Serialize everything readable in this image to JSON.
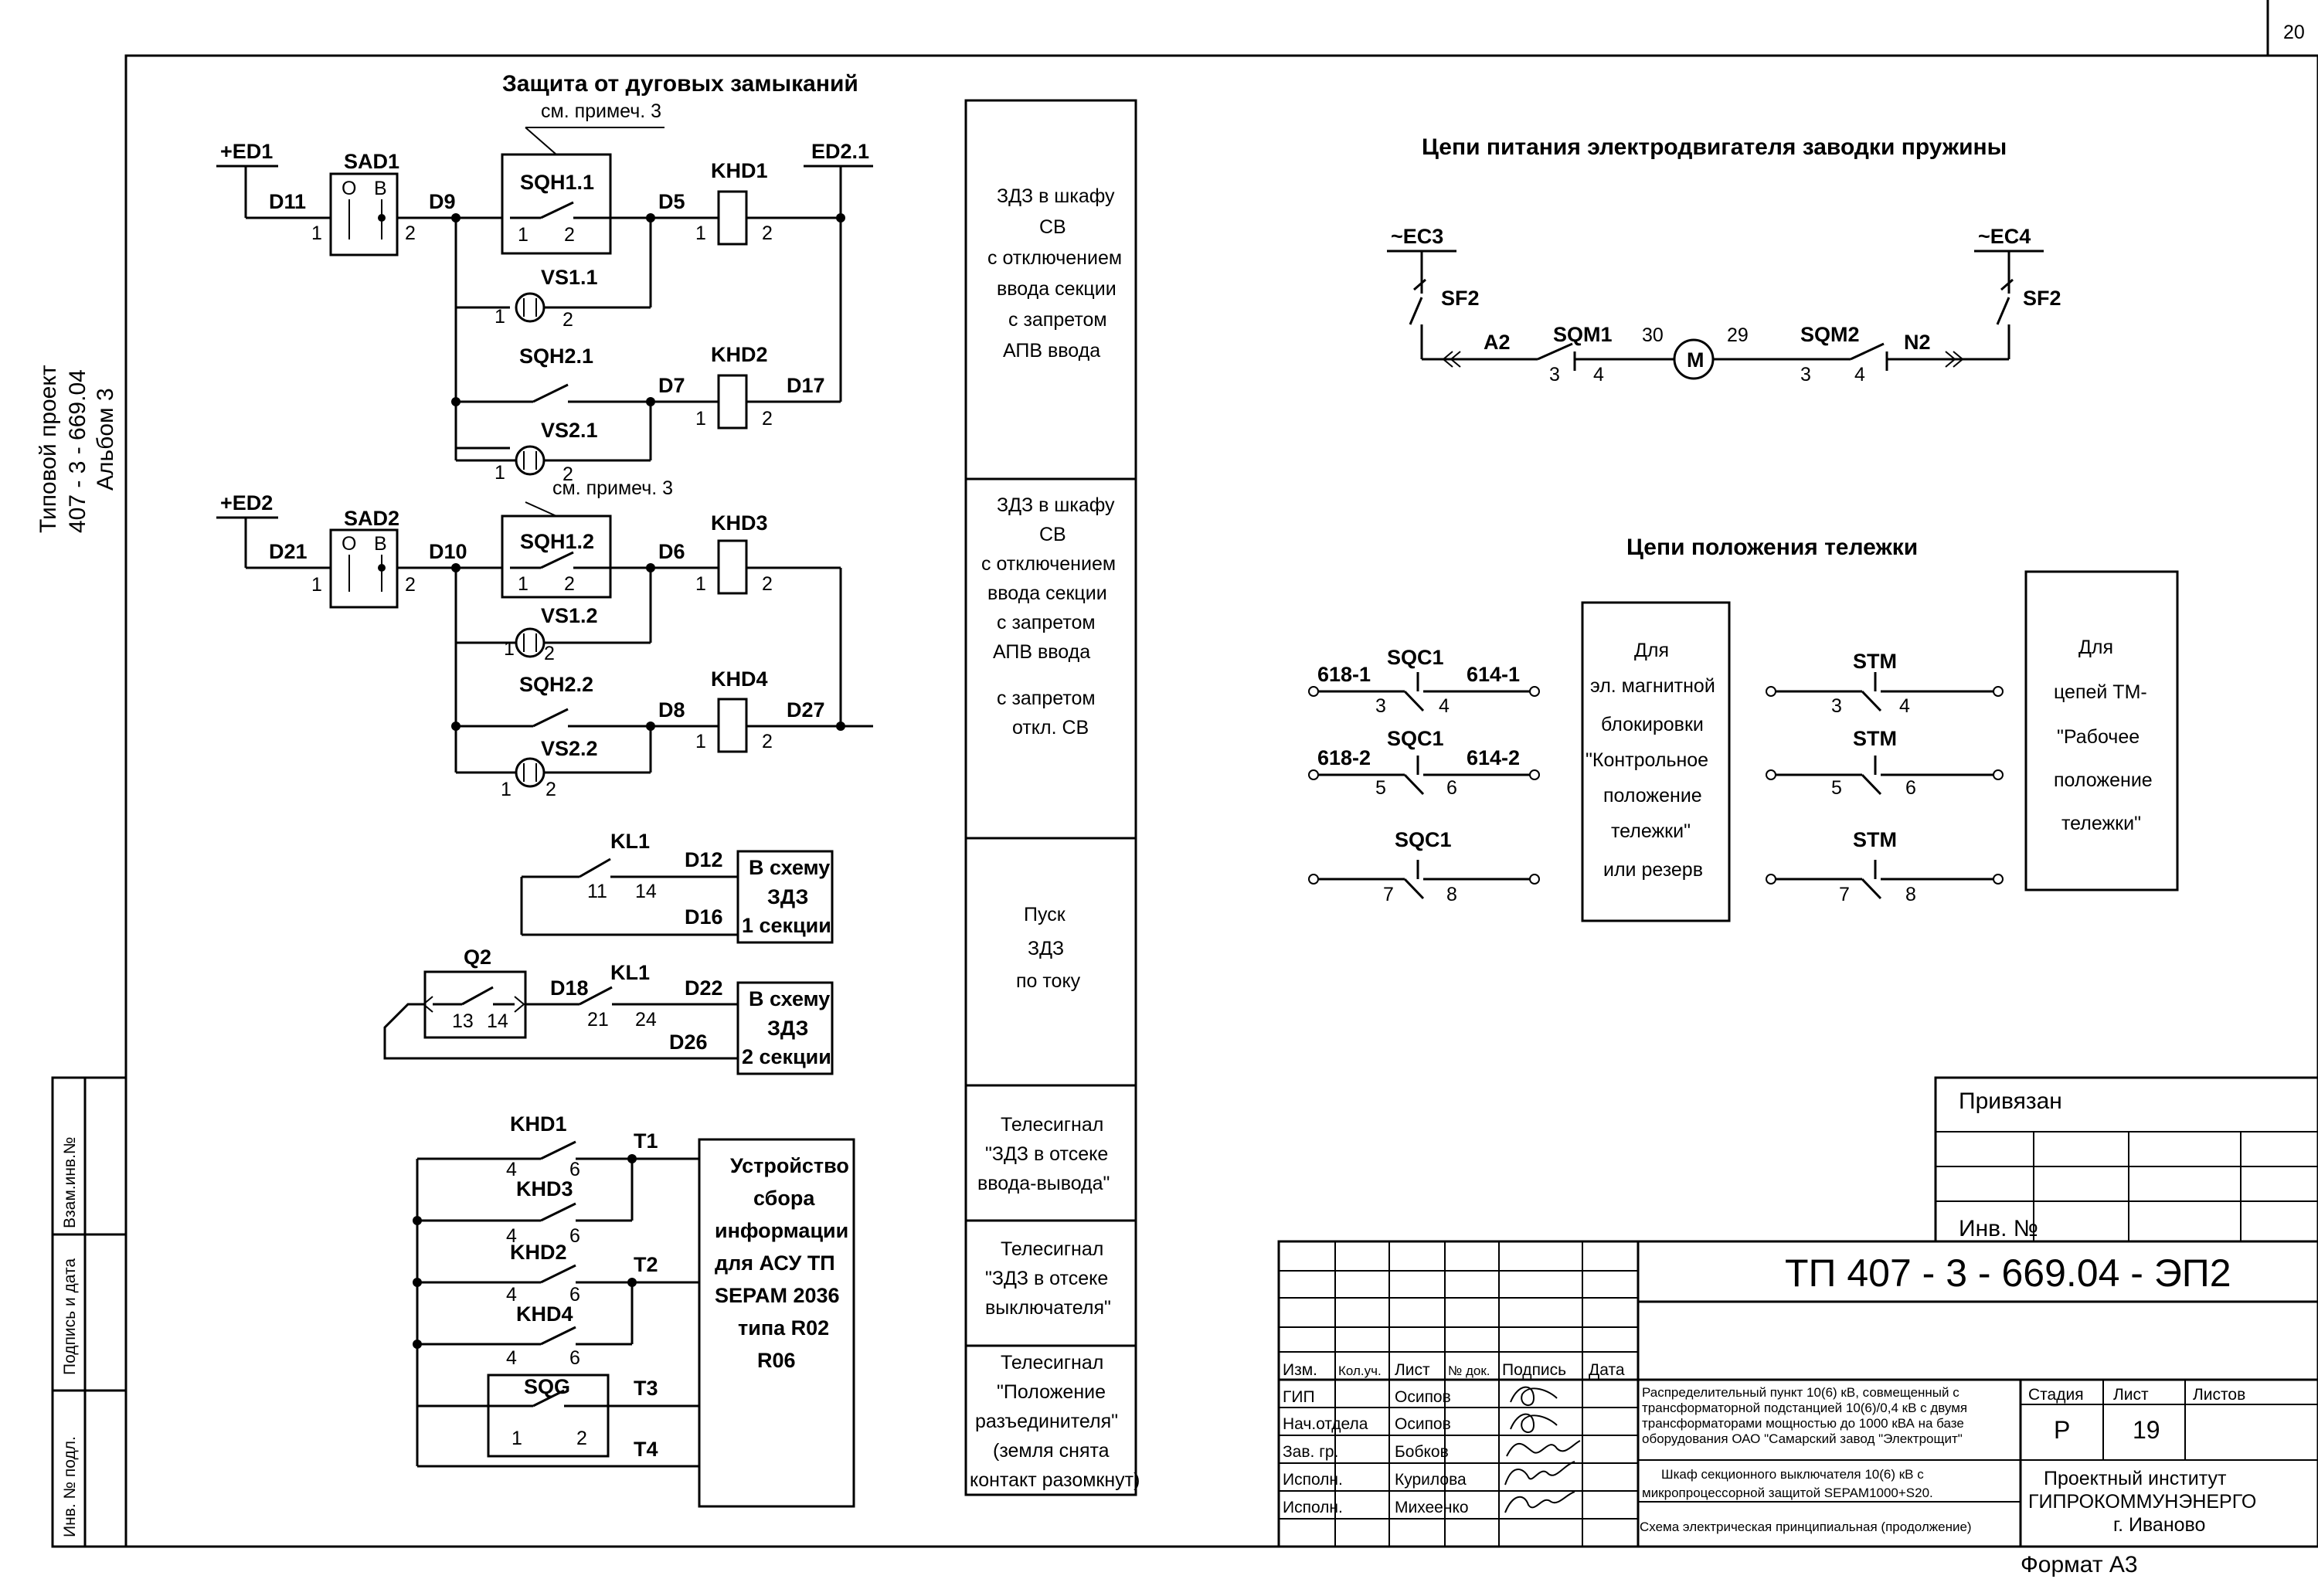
{
  "page_number": "20",
  "side": {
    "project_l1": "Типовой проект",
    "project_l2": "407 - 3 - 669.04",
    "project_l3": "Альбом 3",
    "vz_inv": "Взам.инв.№",
    "sign_date": "Подпись и дата",
    "inv_podl": "Инв. № подл."
  },
  "arc": {
    "title": "Защита от дуговых замыканий",
    "note1": "см. примеч. 3",
    "note2": "см. примеч. 3",
    "ed1": "+ED1",
    "ed2": "+ED2",
    "ed21": "ED2.1",
    "sad1": "SAD1",
    "sad2": "SAD2",
    "o": "О",
    "b": "В",
    "d11": "D11",
    "d21": "D21",
    "d9": "D9",
    "d10": "D10",
    "d5": "D5",
    "d6": "D6",
    "d7": "D7",
    "d8": "D8",
    "d17": "D17",
    "d27": "D27",
    "sqh11": "SQH1.1",
    "sqh12": "SQH1.2",
    "sqh21": "SQH2.1",
    "sqh22": "SQH2.2",
    "vs11": "VS1.1",
    "vs21": "VS2.1",
    "vs12": "VS1.2",
    "vs22": "VS2.2",
    "khd1": "KHD1",
    "khd2": "KHD2",
    "khd3": "KHD3",
    "khd4": "KHD4",
    "n1": "1",
    "n2": "2"
  },
  "kl": {
    "kl1": "KL1",
    "q2": "Q2",
    "d12": "D12",
    "d16": "D16",
    "d18": "D18",
    "d22": "D22",
    "d26": "D26",
    "n11": "11",
    "n14": "14",
    "n13": "13",
    "n21": "21",
    "n24": "24",
    "box1_l1": "В схему",
    "box1_l2": "ЗДЗ",
    "box1_l3": "1 секции",
    "box2_l1": "В схему",
    "box2_l2": "ЗДЗ",
    "box2_l3": "2 секции"
  },
  "tele": {
    "khd1": "KHD1",
    "khd3": "KHD3",
    "khd2": "KHD2",
    "khd4": "KHD4",
    "sqg": "SQG",
    "t1": "T1",
    "t2": "T2",
    "t3": "T3",
    "t4": "T4",
    "n4": "4",
    "n6": "6",
    "n1": "1",
    "n2": "2",
    "dev_l1": "Устройство",
    "dev_l2": "сбора",
    "dev_l3": "информации",
    "dev_l4": "для АСУ ТП",
    "dev_l5": "SEPAM 2036",
    "dev_l6": "типа R02",
    "dev_l7": "R06"
  },
  "column": {
    "c1": [
      "ЗДЗ в шкафу",
      "СВ",
      "с отключением",
      "ввода секции",
      "с запретом",
      "АПВ ввода"
    ],
    "c2": [
      "ЗДЗ в шкафу",
      "СВ",
      "с отключением",
      "ввода секции",
      "с запретом",
      "АПВ ввода",
      "с запретом",
      "откл. СВ"
    ],
    "c3": [
      "Пуск",
      "ЗДЗ",
      "по току"
    ],
    "c4": [
      "Телесигнал",
      "\"ЗДЗ в отсеке",
      "ввода-вывода\""
    ],
    "c5": [
      "Телесигнал",
      "\"ЗДЗ в отсеке",
      "выключателя\""
    ],
    "c6": [
      "Телесигнал",
      "\"Положение",
      "разъединителя\"",
      "(земля снята",
      "контакт разомкнут)"
    ]
  },
  "motor": {
    "title": "Цепи питания электродвигателя заводки пружины",
    "ec3": "~EC3",
    "ec4": "~EC4",
    "sf2": "SF2",
    "a2": "A2",
    "n2": "N2",
    "sqm1": "SQM1",
    "sqm2": "SQM2",
    "n30": "30",
    "n29": "29",
    "m": "M",
    "n3": "3",
    "n4": "4"
  },
  "cart": {
    "title": "Цепи положения тележки",
    "sqc1": "SQC1",
    "stm": "STM",
    "w6181": "618-1",
    "w6141": "614-1",
    "w6182": "618-2",
    "w6142": "614-2",
    "n3": "3",
    "n4": "4",
    "n5": "5",
    "n6": "6",
    "n7": "7",
    "n8": "8",
    "box1": [
      "Для",
      "эл. магнитной",
      "блокировки",
      "\"Контрольное",
      "положение",
      "тележки\"",
      "или резерв"
    ],
    "box2": [
      "Для",
      "цепей ТМ-",
      "\"Рабочее",
      "положение",
      "тележки\""
    ]
  },
  "stamp": {
    "privyazan": "Привязан",
    "inv_no": "Инв. №",
    "code": "ТП 407 - 3 -  669.04 - ЭП2",
    "h_izm": "Изм.",
    "h_koluch": "Кол.уч.",
    "h_list": "Лист",
    "h_ndok": "№ док.",
    "h_podp": "Подпись",
    "h_data": "Дата",
    "roles": [
      "ГИП",
      "Нач.отдела",
      "Зав. гр.",
      "Исполн.",
      "Исполн."
    ],
    "names": [
      "Осипов",
      "Осипов",
      "Бобков",
      "Курилова",
      "Михеенко"
    ],
    "desc1": [
      "Распределительный пункт 10(6) кВ, совмещенный с",
      "трансформаторной подстанцией 10(6)/0,4 кВ с двумя",
      "трансформаторами мощностью до 1000 кВА на базе",
      "оборудования ОАО \"Самарский завод \"Электрощит\""
    ],
    "desc2": [
      "Шкаф секционного выключателя 10(6) кВ с",
      "микропроцессорной защитой SEPAM1000+S20."
    ],
    "desc3": "Схема электрическая принципиальная (продолжение)",
    "stadiya": "Стадия",
    "list": "Лист",
    "listov": "Листов",
    "stadiya_v": "Р",
    "list_v": "19",
    "org1": "Проектный институт",
    "org2": "ГИПРОКОММУНЭНЕРГО",
    "org3": "г. Иваново",
    "format": "Формат А3"
  }
}
